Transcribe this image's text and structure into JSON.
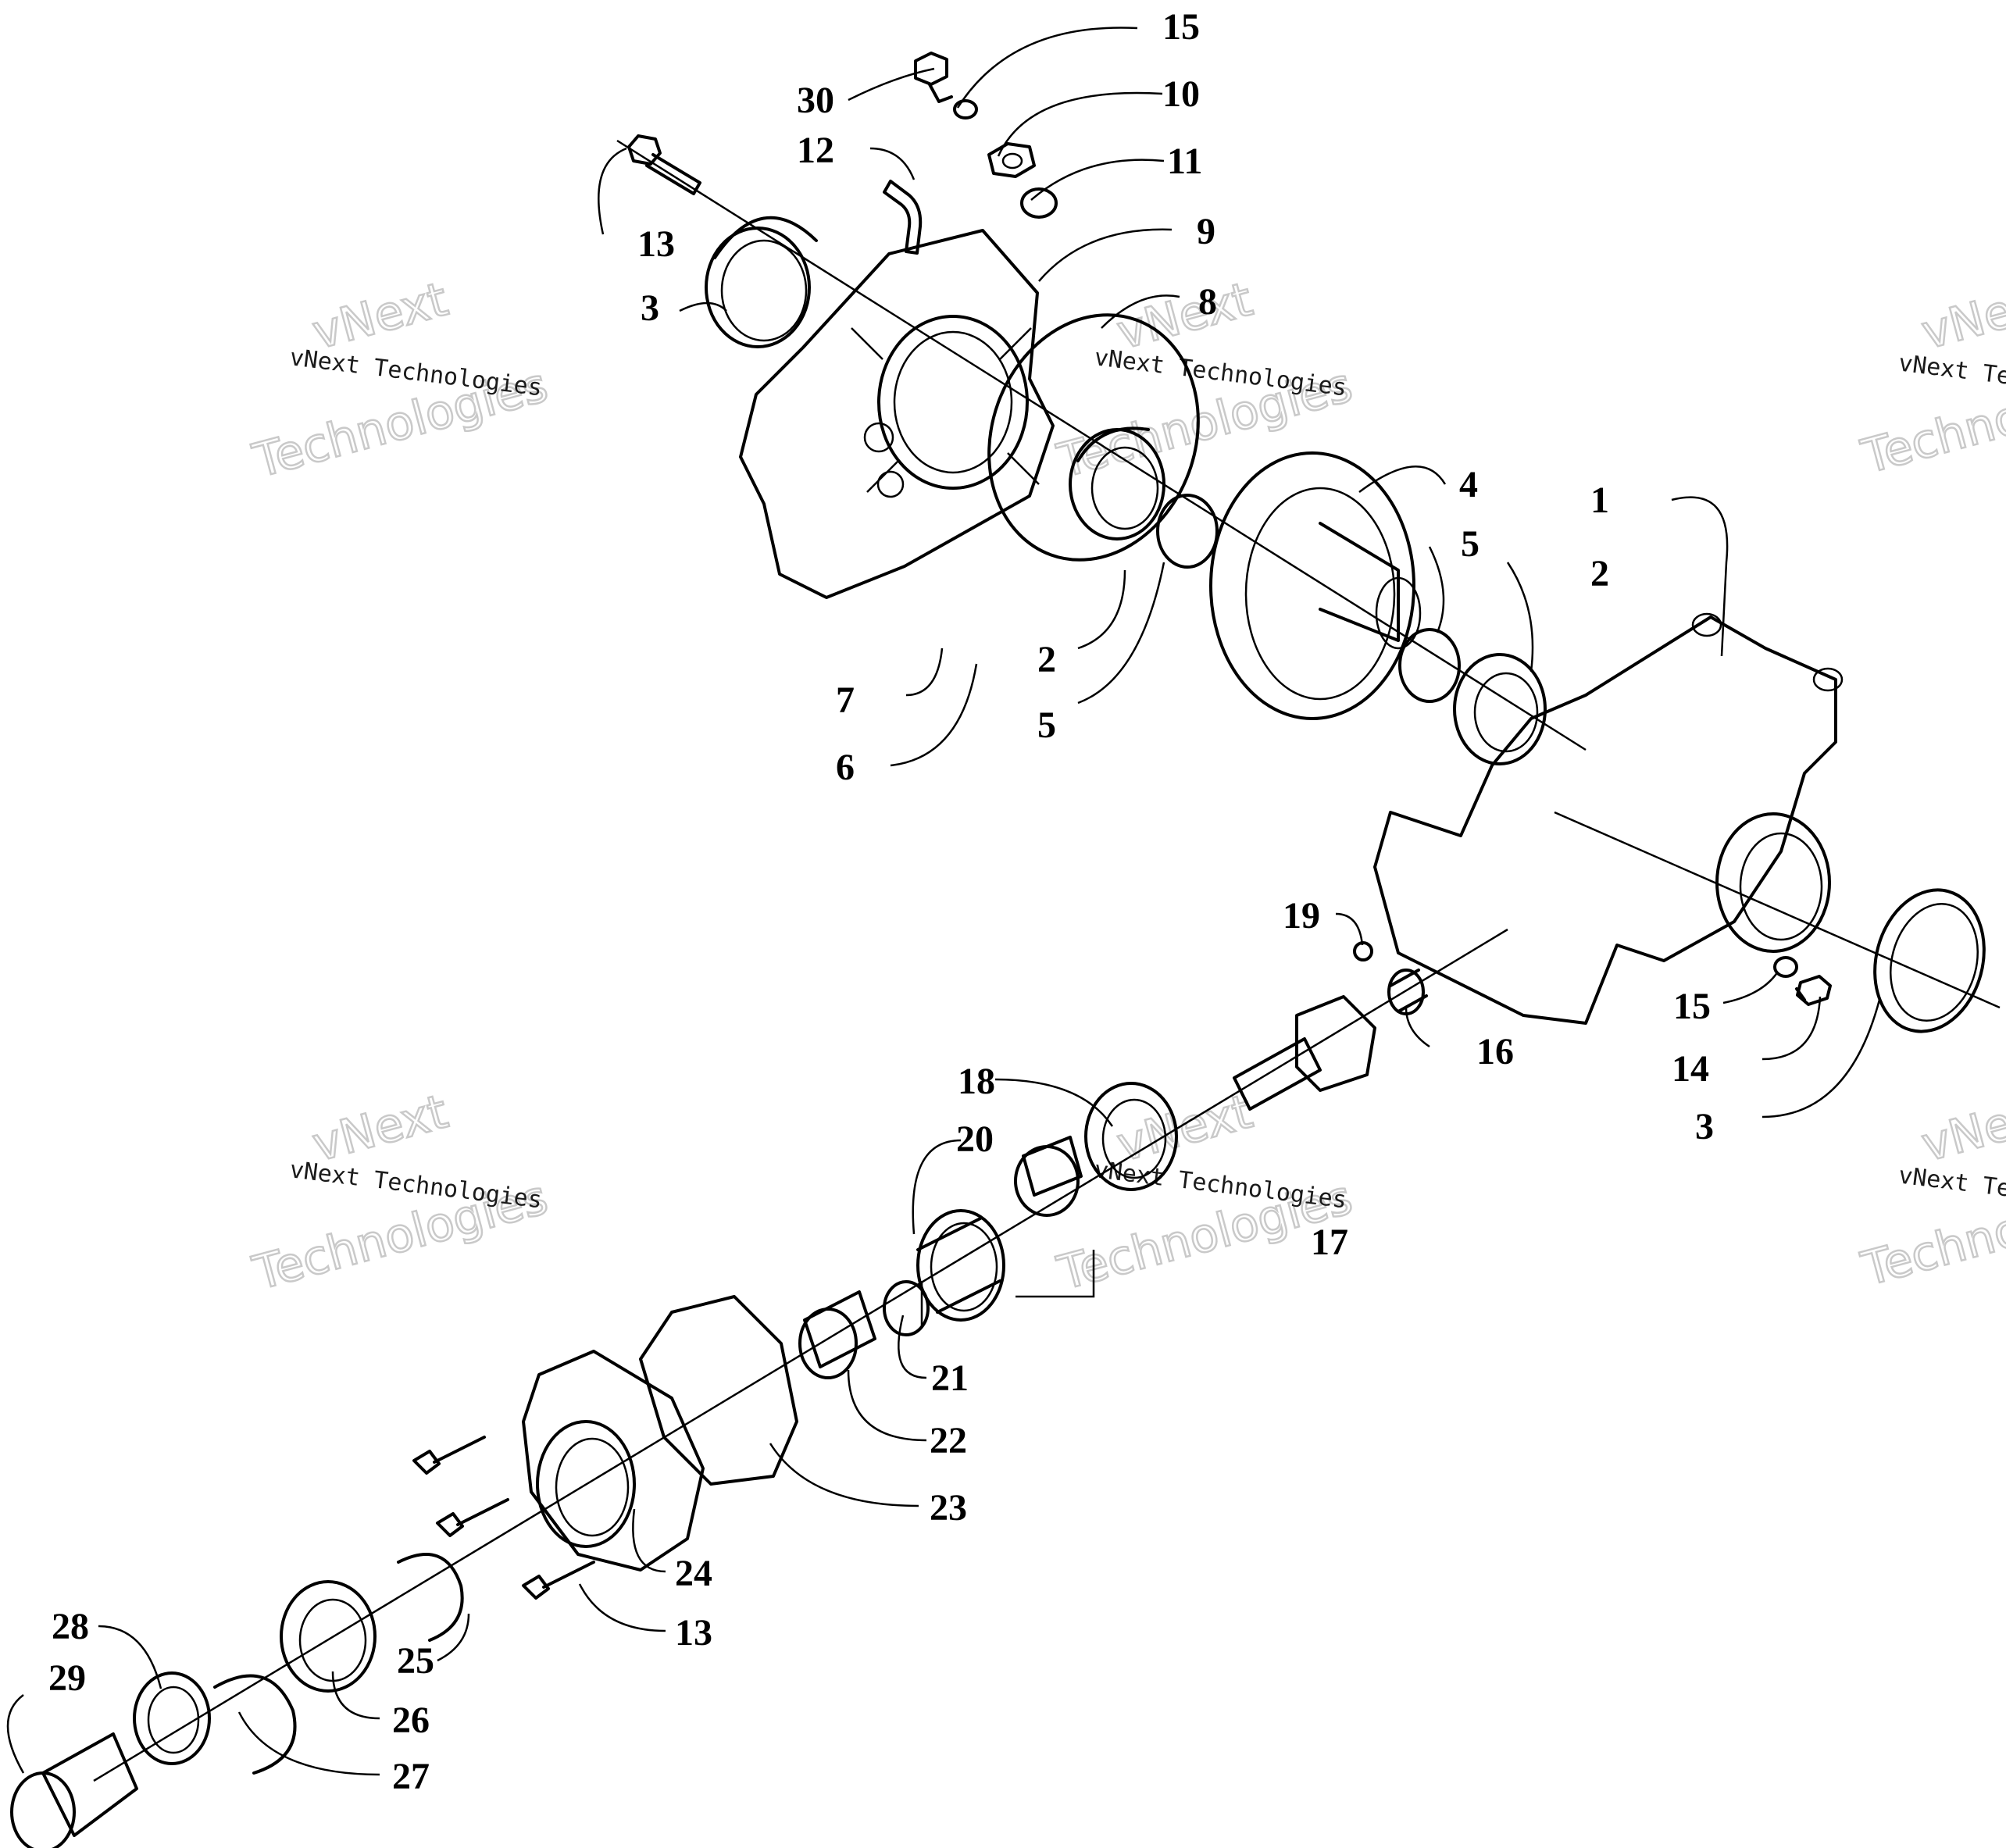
{
  "watermark": {
    "line1": "vNext Technologies",
    "big_top": "vNext",
    "big_bottom": "Technologies"
  },
  "callouts": [
    {
      "id": "c30",
      "label": "30"
    },
    {
      "id": "c15a",
      "label": "15"
    },
    {
      "id": "c10",
      "label": "10"
    },
    {
      "id": "c12",
      "label": "12"
    },
    {
      "id": "c11",
      "label": "11"
    },
    {
      "id": "c13a",
      "label": "13"
    },
    {
      "id": "c9",
      "label": "9"
    },
    {
      "id": "c3a",
      "label": "3"
    },
    {
      "id": "c8",
      "label": "8"
    },
    {
      "id": "c4",
      "label": "4"
    },
    {
      "id": "c1",
      "label": "1"
    },
    {
      "id": "c5a",
      "label": "5"
    },
    {
      "id": "c2a",
      "label": "2"
    },
    {
      "id": "c2b",
      "label": "2"
    },
    {
      "id": "c7",
      "label": "7"
    },
    {
      "id": "c5b",
      "label": "5"
    },
    {
      "id": "c6",
      "label": "6"
    },
    {
      "id": "c19",
      "label": "19"
    },
    {
      "id": "c15b",
      "label": "15"
    },
    {
      "id": "c16",
      "label": "16"
    },
    {
      "id": "c14",
      "label": "14"
    },
    {
      "id": "c18",
      "label": "18"
    },
    {
      "id": "c3b",
      "label": "3"
    },
    {
      "id": "c20",
      "label": "20"
    },
    {
      "id": "c17",
      "label": "17"
    },
    {
      "id": "c21",
      "label": "21"
    },
    {
      "id": "c22",
      "label": "22"
    },
    {
      "id": "c23",
      "label": "23"
    },
    {
      "id": "c24",
      "label": "24"
    },
    {
      "id": "c13b",
      "label": "13"
    },
    {
      "id": "c25",
      "label": "25"
    },
    {
      "id": "c28",
      "label": "28"
    },
    {
      "id": "c29",
      "label": "29"
    },
    {
      "id": "c26",
      "label": "26"
    },
    {
      "id": "c27",
      "label": "27"
    }
  ]
}
